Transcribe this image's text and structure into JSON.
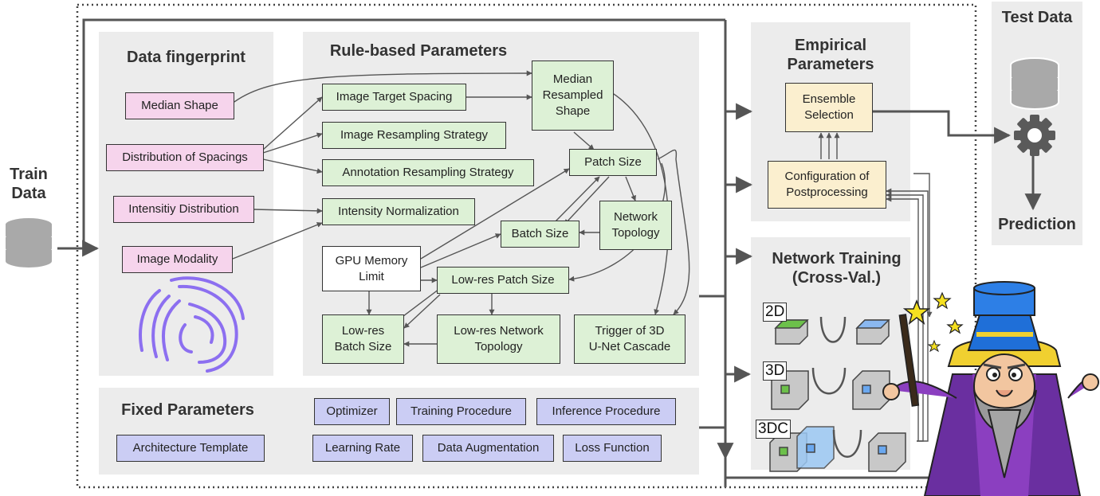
{
  "left_input": {
    "title": "Train\nData",
    "icon": "database-icon"
  },
  "right_output": {
    "title": "Test\nData",
    "icon": "database-icon",
    "process_icon": "gear-icon",
    "result": "Prediction"
  },
  "data_fingerprint": {
    "title": "Data fingerprint",
    "items": [
      "Median Shape",
      "Distribution of Spacings",
      "Intensitiy Distribution",
      "Image Modality"
    ],
    "icon": "fingerprint-icon"
  },
  "rule_based": {
    "title": "Rule-based Parameters",
    "items": {
      "target_spacing": "Image Target Spacing",
      "resampling_strategy": "Image Resampling Strategy",
      "annotation_resampling": "Annotation Resampling Strategy",
      "intensity_norm": "Intensity Normalization",
      "median_shape": "Median\nResampled\nShape",
      "patch_size": "Patch Size",
      "network_topology": "Network\nTopology",
      "batch_size": "Batch Size",
      "gpu_memory": "GPU Memory\nLimit",
      "lowres_patch": "Low-res Patch Size",
      "lowres_batch": "Low-res\nBatch Size",
      "lowres_topology": "Low-res Network\nTopology",
      "cascade_trigger": "Trigger of 3D\nU-Net Cascade"
    }
  },
  "fixed": {
    "title": "Fixed Parameters",
    "items": [
      "Architecture Template",
      "Optimizer",
      "Training Procedure",
      "Inference Procedure",
      "Learning Rate",
      "Data Augmentation",
      "Loss Function"
    ]
  },
  "empirical": {
    "title": "Empirical\nParameters",
    "items": [
      "Ensemble\nSelection",
      "Configuration of\nPostprocessing"
    ]
  },
  "training": {
    "title": "Network Training\n(Cross-Val.)",
    "configs": [
      "2D",
      "3D",
      "3DC"
    ],
    "wizard_icon": "wizard-mascot-icon"
  },
  "colors": {
    "panel": "#ececec",
    "fingerprint": "#f6d4ec",
    "rule": "#ddf1d6",
    "fixed": "#cbcdf4",
    "empirical": "#fbefcf",
    "line": "#555555"
  }
}
